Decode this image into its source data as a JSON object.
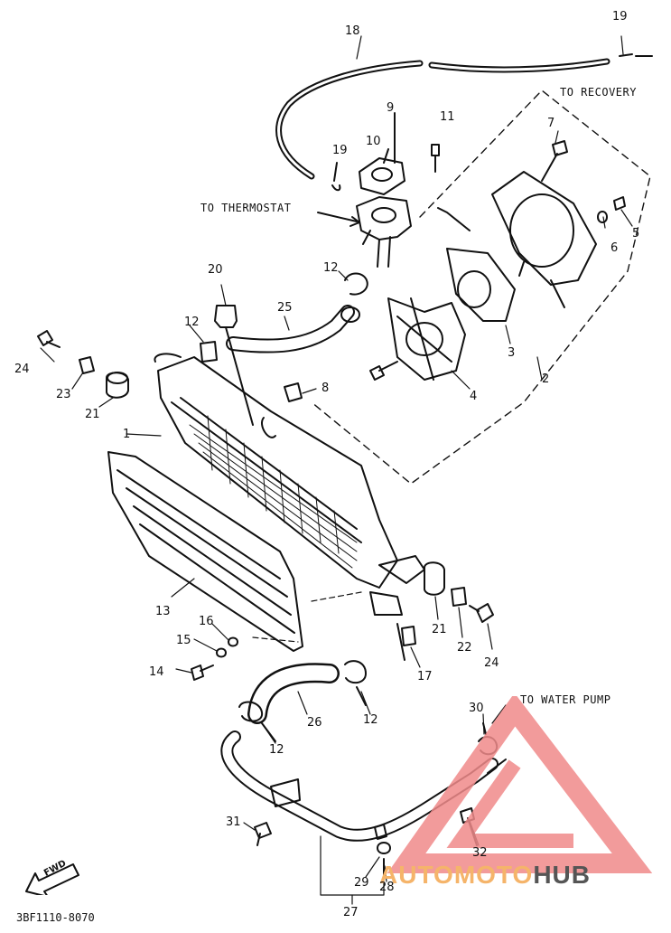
{
  "notes": {
    "to_recover": "TO RECOVERY",
    "to_thermostat": "TO THERMOSTAT",
    "to_water_pump": "TO WATER PUMP"
  },
  "fwd_label": "FWD",
  "reference_code": "3BF1110-8070",
  "watermark": {
    "brand_part1": "AUTOMOTO",
    "brand_part2": "HUB",
    "accent_color": "#f08a8a",
    "dark_color": "#555555"
  },
  "callouts": {
    "c1": "1",
    "c2": "2",
    "c3": "3",
    "c4": "4",
    "c5": "5",
    "c6": "6",
    "c7": "7",
    "c8": "8",
    "c9": "9",
    "c10": "10",
    "c11": "11",
    "c12a": "12",
    "c12b": "12",
    "c12c": "12",
    "c12d": "12",
    "c13": "13",
    "c14": "14",
    "c15": "15",
    "c16": "16",
    "c17": "17",
    "c18": "18",
    "c19a": "19",
    "c19b": "19",
    "c20": "20",
    "c21a": "21",
    "c21b": "21",
    "c22": "22",
    "c23": "23",
    "c24a": "24",
    "c24b": "24",
    "c25": "25",
    "c26": "26",
    "c27": "27",
    "c28": "28",
    "c29": "29",
    "c30": "30",
    "c31": "31",
    "c32": "32"
  }
}
